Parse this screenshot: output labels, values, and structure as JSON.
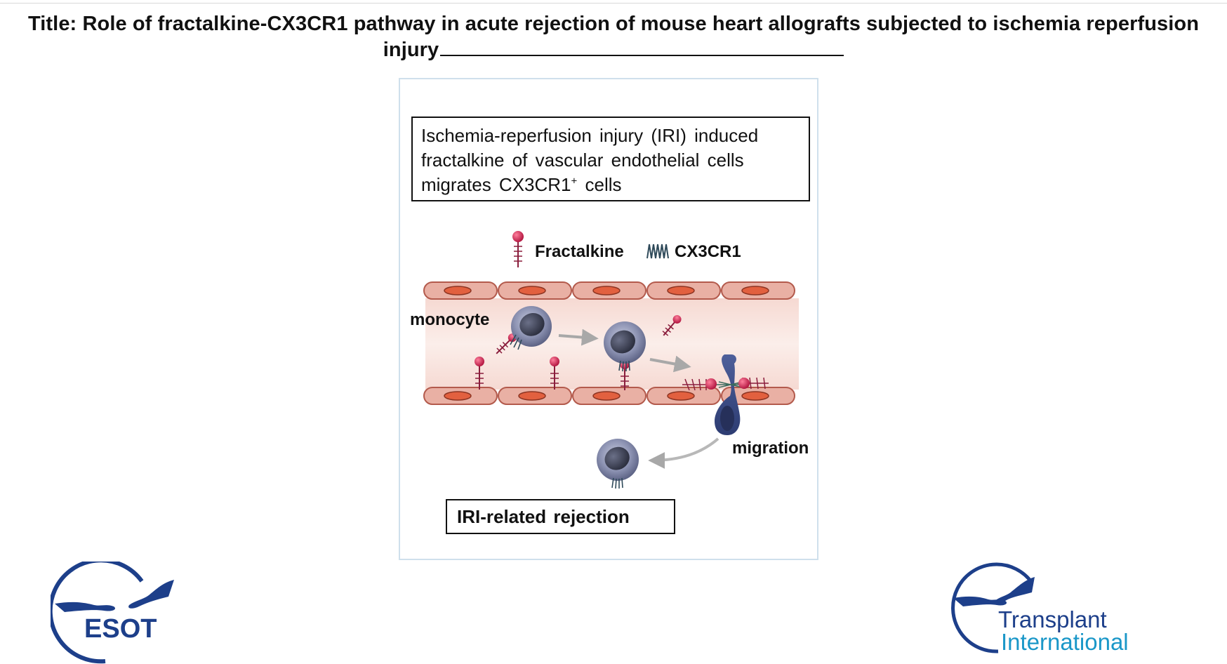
{
  "title": {
    "line1": "Title: Role of fractalkine-CX3CR1 pathway in acute rejection of mouse heart allografts subjected to ischemia reperfusion",
    "line2": "injury"
  },
  "summary": {
    "line1": "Ischemia-reperfusion injury (IRI) induced",
    "line2": "fractalkine of vascular endothelial cells",
    "line3_prefix": "migrates CX3CR1",
    "line3_sup": "+",
    "line3_suffix": " cells"
  },
  "legend": {
    "fractalkine": "Fractalkine",
    "cx3cr1": "CX3CR1"
  },
  "labels": {
    "monocyte": "monocyte",
    "migration": "migration"
  },
  "outcome": "IRI-related rejection",
  "logos": {
    "esot": "ESOT",
    "transplant_international_line1": "Transplant",
    "transplant_international_line2": "International"
  },
  "colors": {
    "endothelium_fill": "#e9b0a4",
    "endothelium_stroke": "#b35a4c",
    "nucleus_fill": "#e2603f",
    "fractalkine": "#c21e4a",
    "cell_body": "#7f86a8",
    "cell_nucleus": "#3b3f52",
    "logo_blue": "#1d3f8a",
    "logo_teal": "#1a97c8"
  }
}
